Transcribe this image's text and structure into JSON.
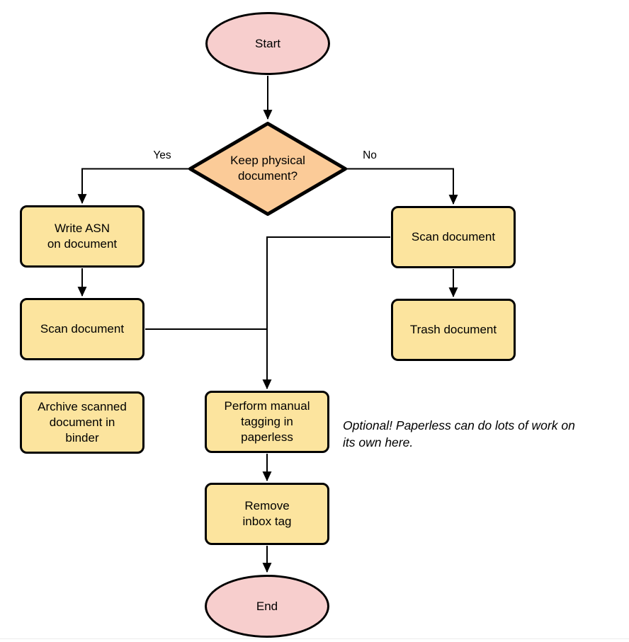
{
  "diagram": {
    "type": "flowchart",
    "nodes": {
      "start": {
        "label": "Start",
        "shape": "terminal"
      },
      "decision": {
        "label": "Keep physical\ndocument?",
        "shape": "decision"
      },
      "write_asn": {
        "label": "Write ASN\non document",
        "shape": "process"
      },
      "scan_left": {
        "label": "Scan document",
        "shape": "process"
      },
      "archive": {
        "label": "Archive scanned\ndocument in\nbinder",
        "shape": "process"
      },
      "scan_right": {
        "label": "Scan document",
        "shape": "process"
      },
      "trash": {
        "label": "Trash document",
        "shape": "process"
      },
      "tagging": {
        "label": "Perform manual\ntagging in\npaperless",
        "shape": "process"
      },
      "remove_inbox": {
        "label": "Remove\ninbox tag",
        "shape": "process"
      },
      "end": {
        "label": "End",
        "shape": "terminal"
      }
    },
    "edge_labels": {
      "yes": "Yes",
      "no": "No"
    },
    "edges": [
      {
        "from": "start",
        "to": "decision"
      },
      {
        "from": "decision",
        "to": "write_asn",
        "label": "Yes"
      },
      {
        "from": "decision",
        "to": "scan_right",
        "label": "No"
      },
      {
        "from": "write_asn",
        "to": "scan_left"
      },
      {
        "from": "scan_left",
        "to": "tagging"
      },
      {
        "from": "scan_right",
        "to": "tagging"
      },
      {
        "from": "scan_right",
        "to": "trash"
      },
      {
        "from": "tagging",
        "to": "remove_inbox"
      },
      {
        "from": "remove_inbox",
        "to": "end"
      }
    ],
    "note": {
      "text": "Optional! Paperless can do lots of work on\nits own here."
    },
    "colors": {
      "stroke": "#000000",
      "process": "#fce49e",
      "decision": "#fbcb98",
      "terminal": "#f7cecd",
      "background": "#ffffff"
    }
  }
}
